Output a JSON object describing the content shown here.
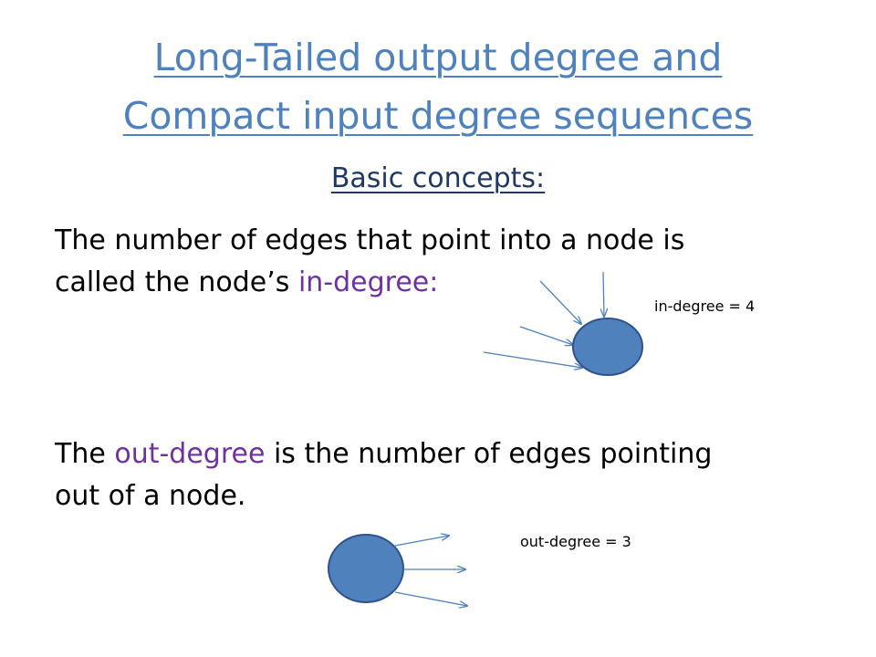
{
  "title": {
    "line1": "Long-Tailed output degree and ",
    "line2": "Compact input degree sequences"
  },
  "subtitle": "Basic concepts:",
  "in_degree_section": {
    "line1": "The number of edges that point into a node is",
    "line2_prefix": "called the node’s ",
    "line2_term": "in-degree:",
    "diagram_label": "in-degree = 4"
  },
  "out_degree_section": {
    "line1_prefix": "The ",
    "line1_term": "out-degree",
    "line1_suffix": " is the number of edges pointing",
    "line2": "out of a node.",
    "diagram_label": "out-degree = 3"
  },
  "colors": {
    "title": "#4f81bd",
    "subtitle": "#1f3864",
    "term_accent": "#7030a0",
    "node_fill": "#4f81bd",
    "node_stroke": "#2f528f",
    "edge": "#4f81bd"
  }
}
